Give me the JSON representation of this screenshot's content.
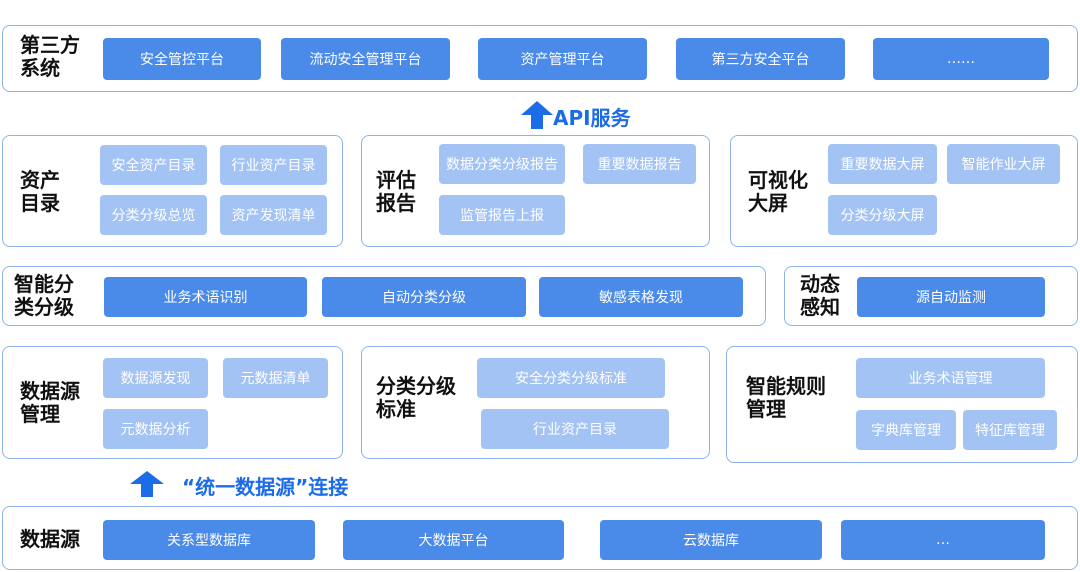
{
  "colors": {
    "border": "#8fb2ec",
    "primary_button": "#4a8ae8",
    "secondary_button": "#a3c3f4",
    "arrow": "#1c6ce8",
    "title": "#111111"
  },
  "third_party": {
    "title": "第三方\n系统",
    "items": [
      "安全管控平台",
      "流动安全管理平台",
      "资产管理平台",
      "第三方安全平台",
      "……"
    ]
  },
  "api_service": {
    "icon": "arrow-up-icon",
    "label": "API服务"
  },
  "asset_catalog": {
    "title": "资产\n目录",
    "items": [
      "安全资产目录",
      "行业资产目录",
      "分类分级总览",
      "资产发现清单"
    ]
  },
  "assessment_report": {
    "title": "评估\n报告",
    "items": [
      "数据分类分级报告",
      "重要数据报告",
      "监管报告上报"
    ]
  },
  "visual_screen": {
    "title": "可视化\n大屏",
    "items": [
      "重要数据大屏",
      "智能作业大屏",
      "分类分级大屏"
    ]
  },
  "smart_classification": {
    "title": "智能分\n类分级",
    "items": [
      "业务术语识别",
      "自动分类分级",
      "敏感表格发现"
    ]
  },
  "dynamic_perception": {
    "title": "动态\n感知",
    "items": [
      "源自动监测"
    ]
  },
  "datasource_management": {
    "title": "数据源\n管理",
    "items": [
      "数据源发现",
      "元数据清单",
      "元数据分析"
    ]
  },
  "classification_standard": {
    "title": "分类分级\n标准",
    "items": [
      "安全分类分级标准",
      "行业资产目录"
    ]
  },
  "smart_rule_management": {
    "title": "智能规则\n管理",
    "items": [
      "业务术语管理",
      "字典库管理",
      "特征库管理"
    ]
  },
  "unified_connection": {
    "icon": "arrow-up-icon",
    "label": "“统一数据源”连接"
  },
  "data_source": {
    "title": "数据源",
    "items": [
      "关系型数据库",
      "大数据平台",
      "云数据库",
      "…"
    ]
  }
}
